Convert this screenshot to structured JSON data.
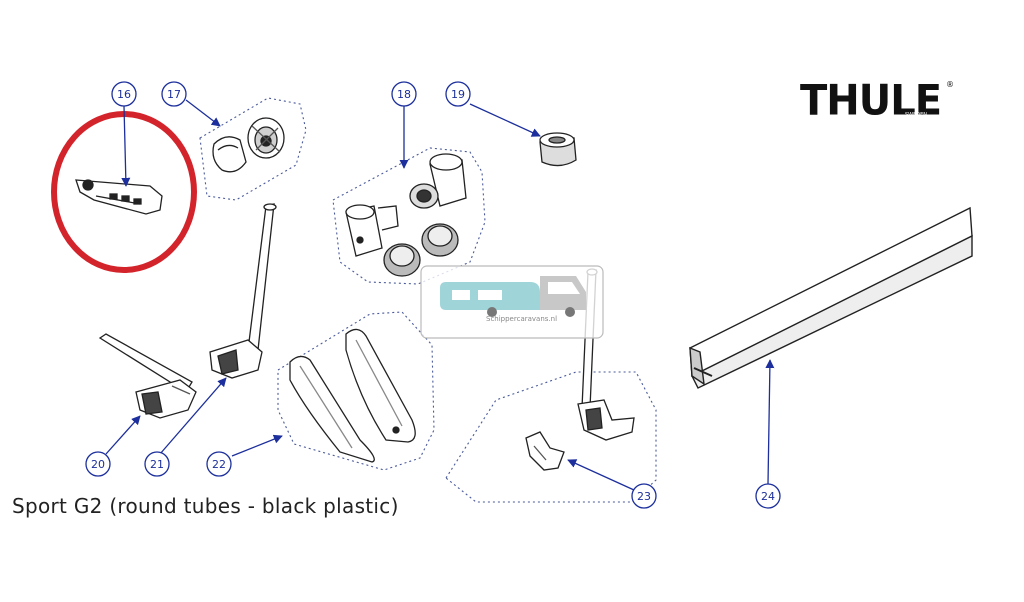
{
  "brand": {
    "logo_text": "THULE",
    "registered": "®",
    "sub_text": "SWEDEN"
  },
  "caption": "Sport G2 (round tubes - black plastic)",
  "watermark": {
    "text": "Schippercaravans.nl",
    "color": "#9fd4d9"
  },
  "highlight_color": "#d3242b",
  "callout_color": "#1c2f9c",
  "parts": [
    {
      "number": "16",
      "highlighted": true
    },
    {
      "number": "17"
    },
    {
      "number": "18"
    },
    {
      "number": "19"
    },
    {
      "number": "20"
    },
    {
      "number": "21"
    },
    {
      "number": "22"
    },
    {
      "number": "23"
    },
    {
      "number": "24"
    }
  ]
}
